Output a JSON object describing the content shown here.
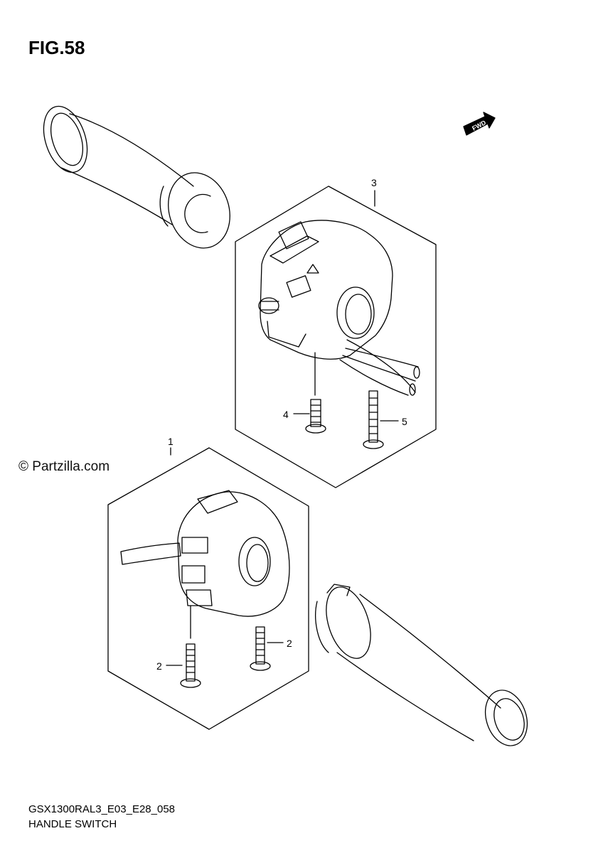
{
  "figure": {
    "title": "FIG.58"
  },
  "watermark": "© Partzilla.com",
  "fwd_label": "FWD",
  "callouts": {
    "c1": "1",
    "c2a": "2",
    "c2b": "2",
    "c3": "3",
    "c4": "4",
    "c5": "5"
  },
  "footer": {
    "code": "GSX1300RAL3_E03_E28_058",
    "name": "HANDLE SWITCH"
  }
}
